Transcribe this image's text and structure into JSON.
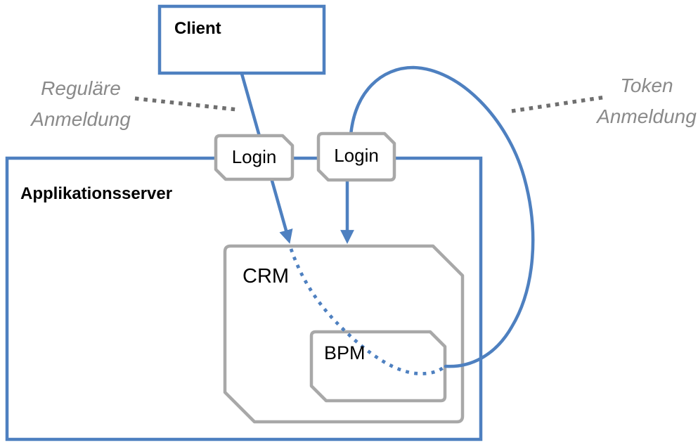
{
  "nodes": {
    "client": {
      "label": "Client"
    },
    "app_server": {
      "label": "Applikationsserver"
    },
    "login_left": {
      "label": "Login"
    },
    "login_right": {
      "label": "Login"
    },
    "crm": {
      "label": "CRM"
    },
    "bpm": {
      "label": "BPM"
    }
  },
  "annotations": {
    "regular_login": {
      "line1": "Reguläre",
      "line2": "Anmeldung"
    },
    "token_login": {
      "line1": "Token",
      "line2": "Anmeldung"
    }
  },
  "colors": {
    "accent_blue": "#4e80c0",
    "box_border_gray": "#a8a8a8",
    "annotation_gray": "#8a8a8a",
    "leader_dot_gray": "#6f6f6f",
    "text_black": "#000000",
    "background": "#ffffff"
  }
}
